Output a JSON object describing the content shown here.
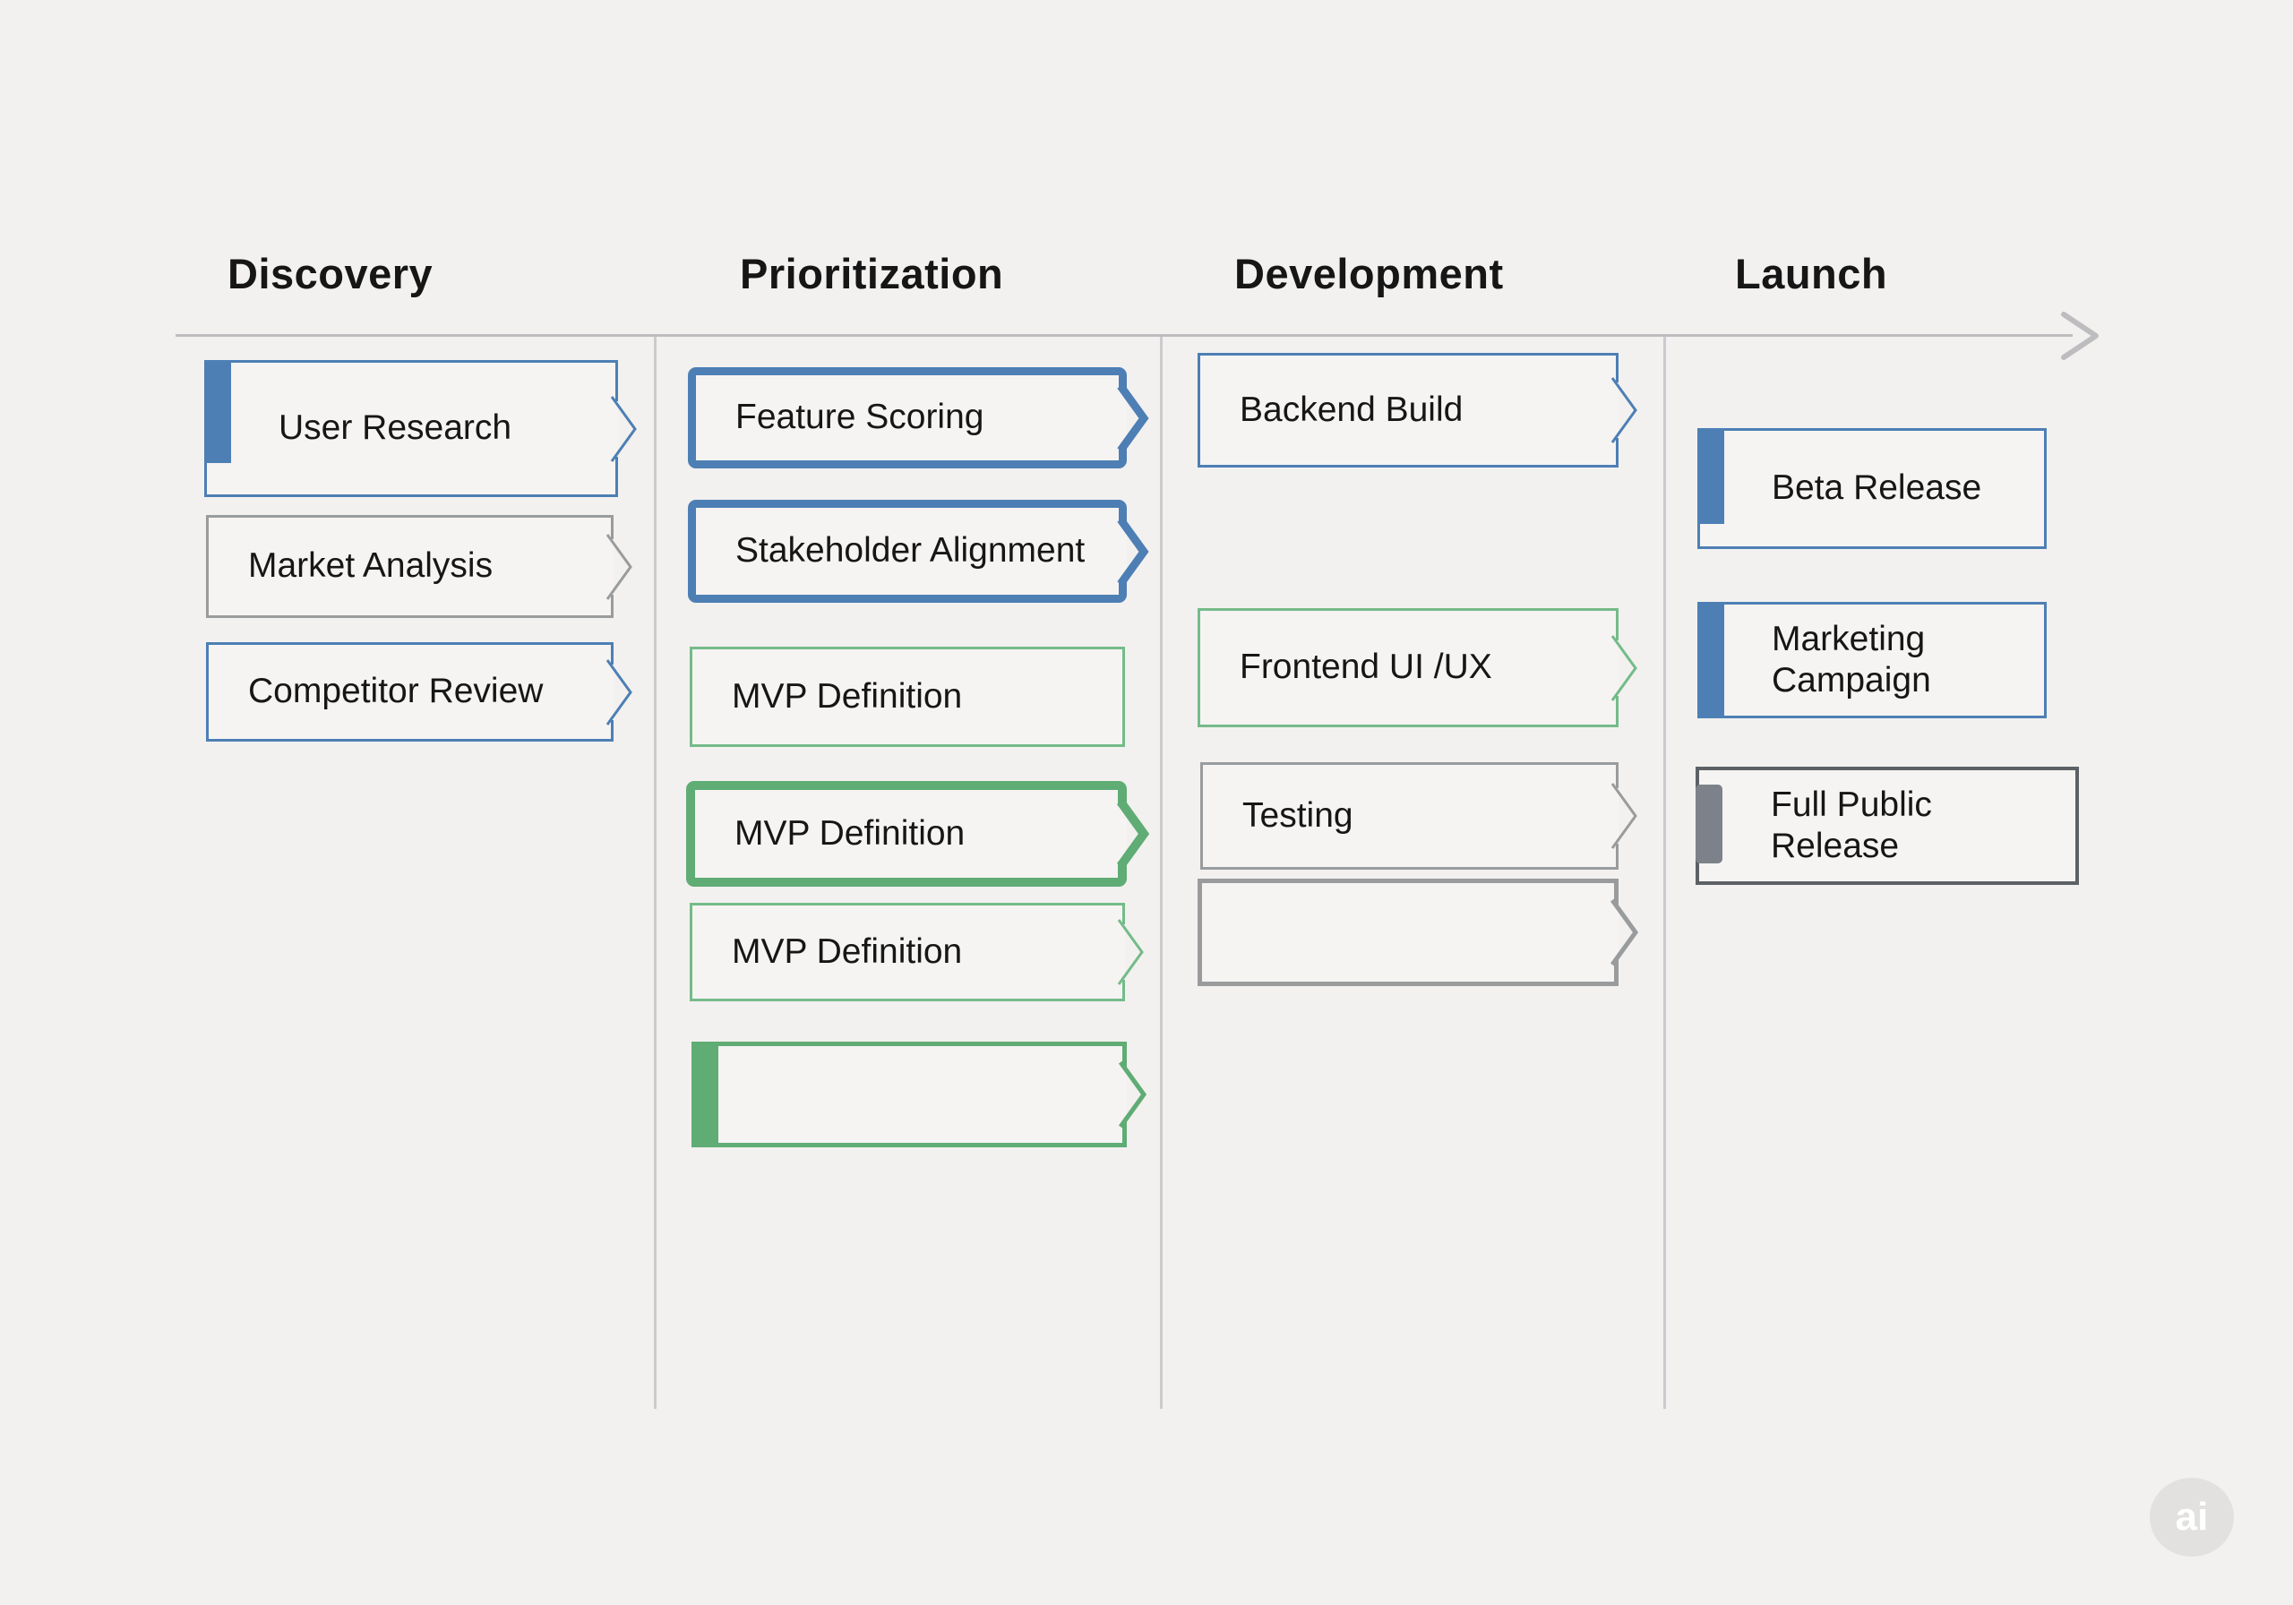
{
  "colors": {
    "bg": "#f2f1ef",
    "card-bg": "#f5f4f2",
    "blue": "#4d7fb5",
    "green": "#5fac75",
    "green-light": "#74bb89",
    "gray": "#9a9b9d",
    "gray-dark": "#5d6165",
    "gray-tab": "#7d828a",
    "line": "#bdbdc0",
    "divider": "#cbcbce",
    "text": "#161616",
    "logo-bg": "#e2e1df",
    "logo-text": "#ffffff"
  },
  "columns": [
    {
      "title": "Discovery",
      "cards": [
        {
          "label": "User Research"
        },
        {
          "label": "Market Analysis"
        },
        {
          "label": "Competitor Review"
        }
      ]
    },
    {
      "title": "Prioritization",
      "cards": [
        {
          "label": "Feature Scoring"
        },
        {
          "label": "Stakeholder Alignment"
        },
        {
          "label": "MVP Definition"
        },
        {
          "label": "MVP Definition"
        },
        {
          "label": "MVP Definition"
        },
        {
          "label": ""
        }
      ]
    },
    {
      "title": "Development",
      "cards": [
        {
          "label": "Backend Build"
        },
        {
          "label": "Frontend UI /UX"
        },
        {
          "label": "Testing"
        },
        {
          "label": ""
        }
      ]
    },
    {
      "title": "Launch",
      "cards": [
        {
          "label": "Beta Release"
        },
        {
          "label": "Marketing Campaign"
        },
        {
          "label": "Full Public Release"
        }
      ]
    }
  ],
  "watermark": {
    "label": "ai"
  }
}
